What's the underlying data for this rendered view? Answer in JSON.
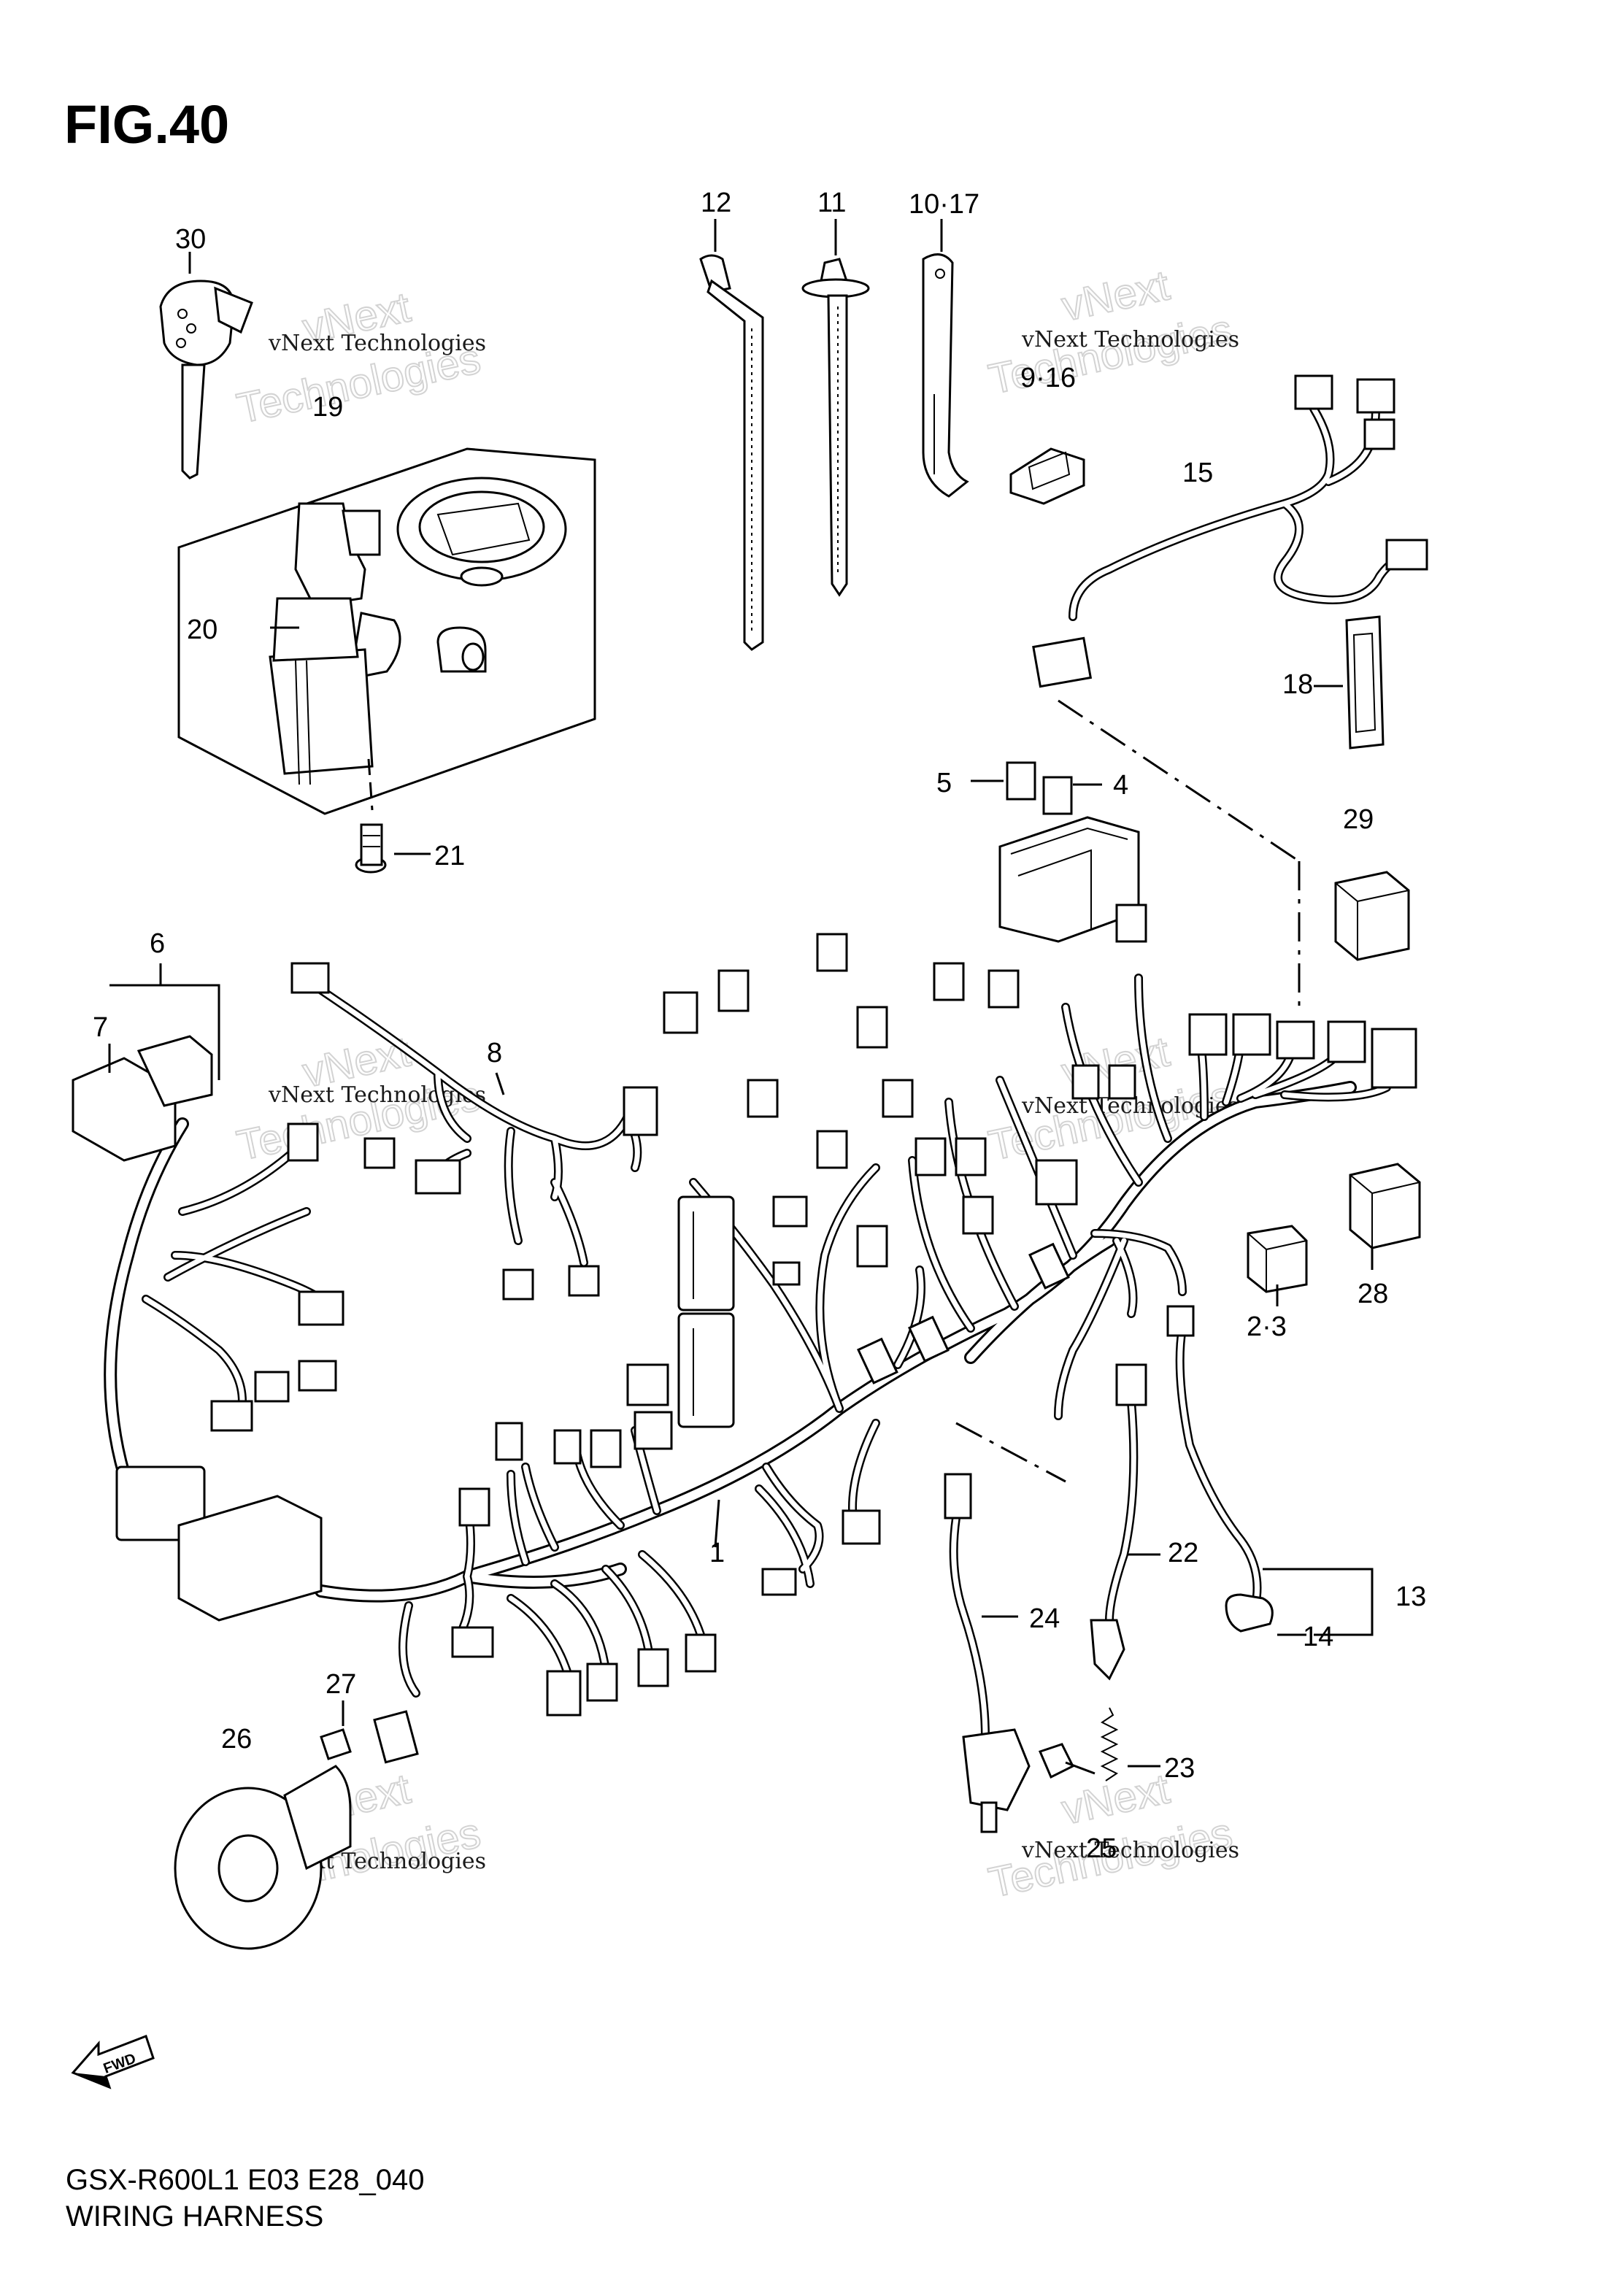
{
  "figure": {
    "title": "FIG.40",
    "model_code": "GSX-R600L1 E03 E28_040",
    "name": "WIRING HARNESS",
    "fwd_label": "FWD"
  },
  "watermark": {
    "line1": "vNext Technologies",
    "line2": "vNext",
    "line3": "Technologies"
  },
  "callouts": [
    {
      "id": "p30",
      "label": "30"
    },
    {
      "id": "p19",
      "label": "19"
    },
    {
      "id": "p20",
      "label": "20"
    },
    {
      "id": "p21",
      "label": "21"
    },
    {
      "id": "p12",
      "label": "12"
    },
    {
      "id": "p11",
      "label": "11"
    },
    {
      "id": "p10",
      "label": "10·17"
    },
    {
      "id": "p9",
      "label": "9·16"
    },
    {
      "id": "p15",
      "label": "15"
    },
    {
      "id": "p18",
      "label": "18"
    },
    {
      "id": "p5",
      "label": "5"
    },
    {
      "id": "p4",
      "label": "4"
    },
    {
      "id": "p29",
      "label": "29"
    },
    {
      "id": "p6",
      "label": "6"
    },
    {
      "id": "p7",
      "label": "7"
    },
    {
      "id": "p8",
      "label": "8"
    },
    {
      "id": "p28",
      "label": "28"
    },
    {
      "id": "p23b",
      "label": "2·3"
    },
    {
      "id": "p1",
      "label": "1"
    },
    {
      "id": "p22",
      "label": "22"
    },
    {
      "id": "p13",
      "label": "13"
    },
    {
      "id": "p14",
      "label": "14"
    },
    {
      "id": "p24",
      "label": "24"
    },
    {
      "id": "p27",
      "label": "27"
    },
    {
      "id": "p26",
      "label": "26"
    },
    {
      "id": "p23",
      "label": "23"
    },
    {
      "id": "p25",
      "label": "25"
    }
  ]
}
